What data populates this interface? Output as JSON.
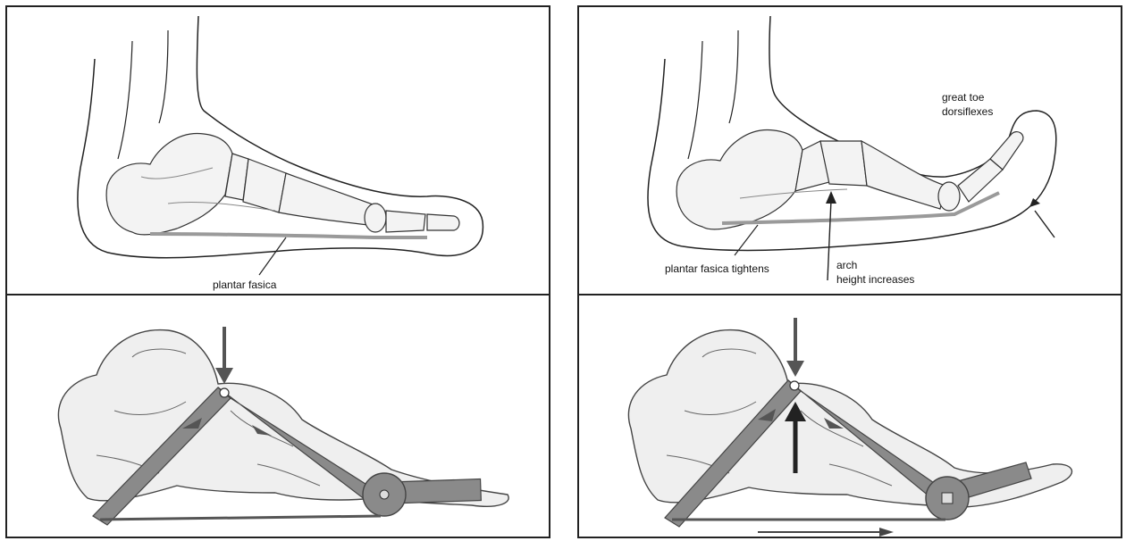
{
  "panels": {
    "top_left": {
      "label_fascia": "plantar fasica"
    },
    "top_right": {
      "label_fascia": "plantar fasica tightens",
      "label_arch_line1": "arch",
      "label_arch_line2": "height increases",
      "label_toe_line1": "great toe",
      "label_toe_line2": "dorsiflexes"
    }
  },
  "colors": {
    "outline": "#222222",
    "fascia": "#9a9a9a",
    "truss": "#7d7d7d",
    "bone_fill": "#f3f3f3"
  }
}
